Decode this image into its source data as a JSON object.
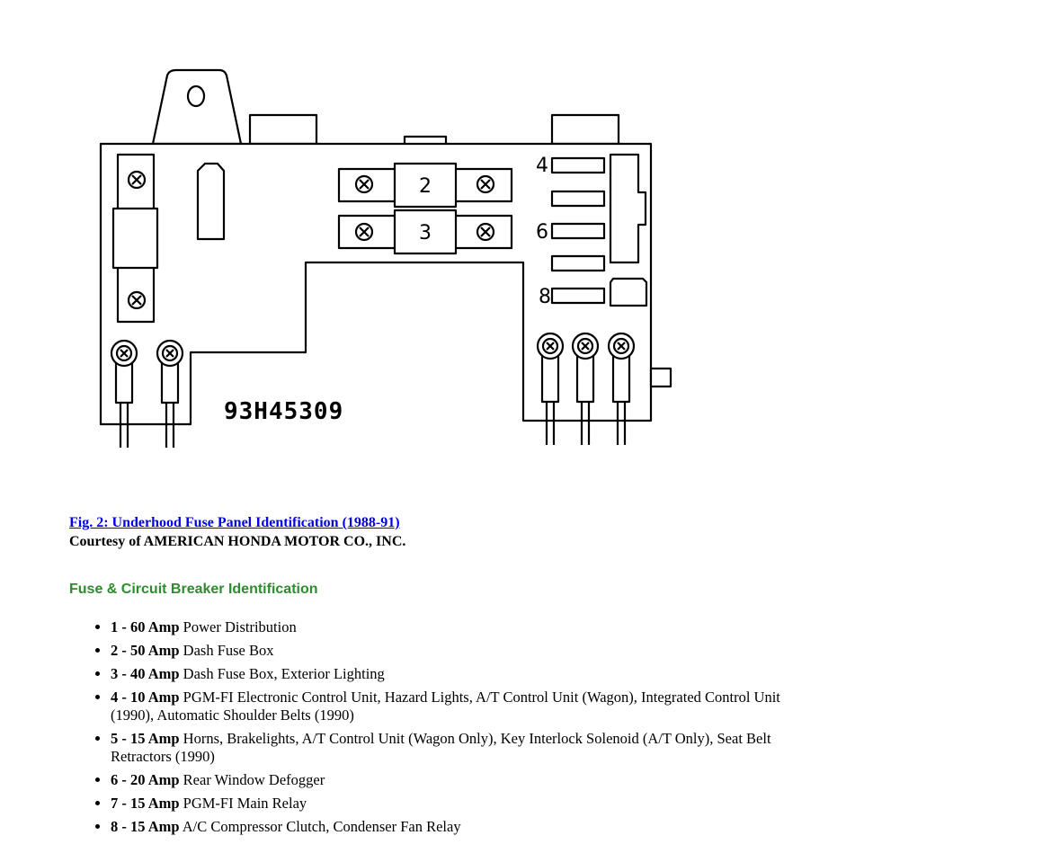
{
  "figure": {
    "part_code": "93H45309",
    "fuse_numbers": {
      "n2": "2",
      "n3": "3",
      "n4": "4",
      "n6": "6",
      "n8": "8"
    }
  },
  "caption": {
    "link": "Fig. 2: Underhood Fuse Panel Identification (1988-91)",
    "courtesy": "Courtesy of AMERICAN HONDA MOTOR CO., INC."
  },
  "section": {
    "heading": "Fuse & Circuit Breaker Identification",
    "heading_color": "#2e8b2e",
    "link_color": "#0000ee"
  },
  "fuses": [
    {
      "amp": "1 - 60 Amp",
      "desc": "Power Distribution"
    },
    {
      "amp": "2 - 50 Amp",
      "desc": "Dash Fuse Box"
    },
    {
      "amp": "3 - 40 Amp",
      "desc": "Dash Fuse Box, Exterior Lighting"
    },
    {
      "amp": "4 - 10 Amp",
      "desc": "PGM-FI Electronic Control Unit, Hazard Lights, A/T Control Unit (Wagon), Integrated Control Unit (1990), Automatic Shoulder Belts (1990)"
    },
    {
      "amp": "5 - 15 Amp",
      "desc": "Horns, Brakelights, A/T Control Unit (Wagon Only), Key Interlock Solenoid (A/T Only), Seat Belt Retractors (1990)"
    },
    {
      "amp": "6 - 20 Amp",
      "desc": "Rear Window Defogger"
    },
    {
      "amp": "7 - 15 Amp",
      "desc": "PGM-FI Main Relay"
    },
    {
      "amp": "8 - 15 Amp",
      "desc": "A/C Compressor Clutch, Condenser Fan Relay"
    }
  ]
}
